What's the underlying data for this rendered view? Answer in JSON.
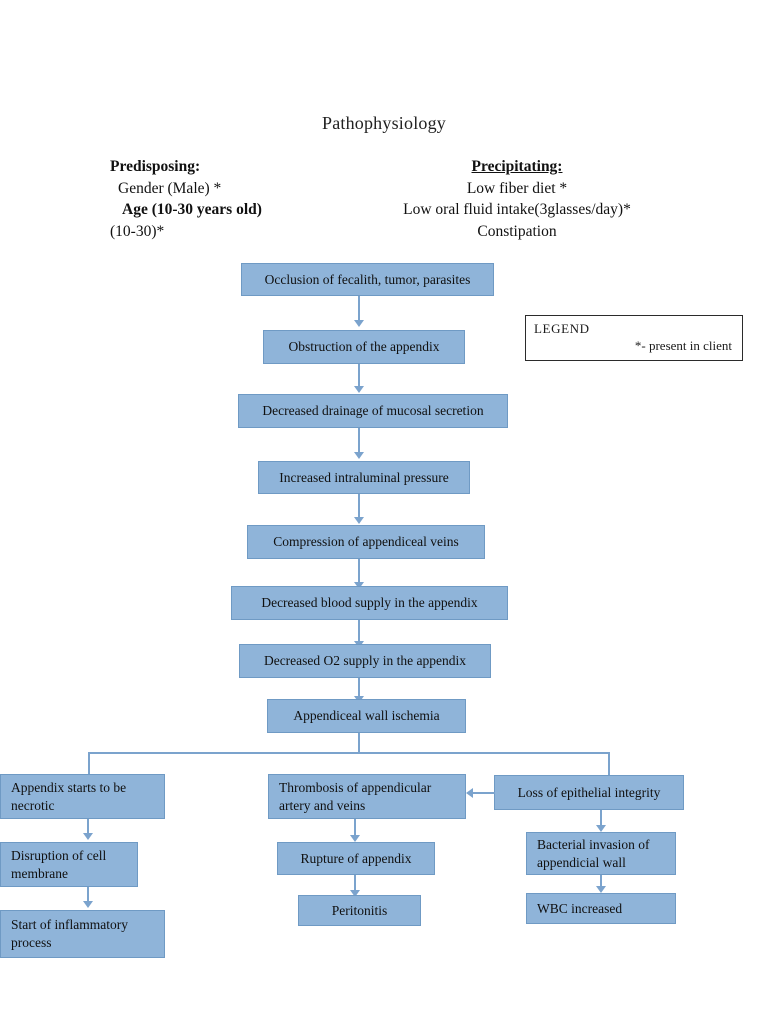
{
  "title": "Pathophysiology",
  "factors": {
    "predisposing": {
      "heading": "Predisposing:",
      "lines": [
        "Gender (Male) *",
        "Age   (10-30 years old)",
        "(10-30)*"
      ]
    },
    "precipitating": {
      "heading": "Precipitating:",
      "lines": [
        "Low fiber diet *",
        "Low oral fluid intake(3glasses/day)*",
        "Constipation"
      ]
    }
  },
  "legend": {
    "title": "LEGEND",
    "item": "*- present in client"
  },
  "colors": {
    "node_fill": "#8FB4D9",
    "node_border": "#6F9AC4",
    "connector": "#7BA3CD",
    "text": "#101010",
    "legend_border": "#2B2B2B",
    "background": "#FFFFFF"
  },
  "nodes": [
    {
      "id": "occlusion",
      "label": "Occlusion of fecalith, tumor, parasites"
    },
    {
      "id": "obstruction",
      "label": "Obstruction of the appendix"
    },
    {
      "id": "drainage",
      "label": "Decreased drainage of mucosal secretion"
    },
    {
      "id": "pressure",
      "label": "Increased intraluminal pressure"
    },
    {
      "id": "compression",
      "label": "Compression of appendiceal veins"
    },
    {
      "id": "blood-supply",
      "label": "Decreased blood supply in the appendix"
    },
    {
      "id": "o2-supply",
      "label": "Decreased O2 supply in the appendix"
    },
    {
      "id": "ischemia",
      "label": "Appendiceal wall ischemia"
    },
    {
      "id": "necrotic",
      "label": "Appendix starts to be necrotic"
    },
    {
      "id": "disruption",
      "label": "Disruption of cell membrane"
    },
    {
      "id": "inflammatory",
      "label": "Start of inflammatory process"
    },
    {
      "id": "thrombosis",
      "label": "Thrombosis of appendicular artery and veins"
    },
    {
      "id": "rupture",
      "label": "Rupture of appendix"
    },
    {
      "id": "peritonitis",
      "label": "Peritonitis"
    },
    {
      "id": "epithelial",
      "label": "Loss of epithelial integrity"
    },
    {
      "id": "bacterial",
      "label": "Bacterial invasion of appendicial wall"
    },
    {
      "id": "wbc",
      "label": "WBC increased"
    }
  ]
}
